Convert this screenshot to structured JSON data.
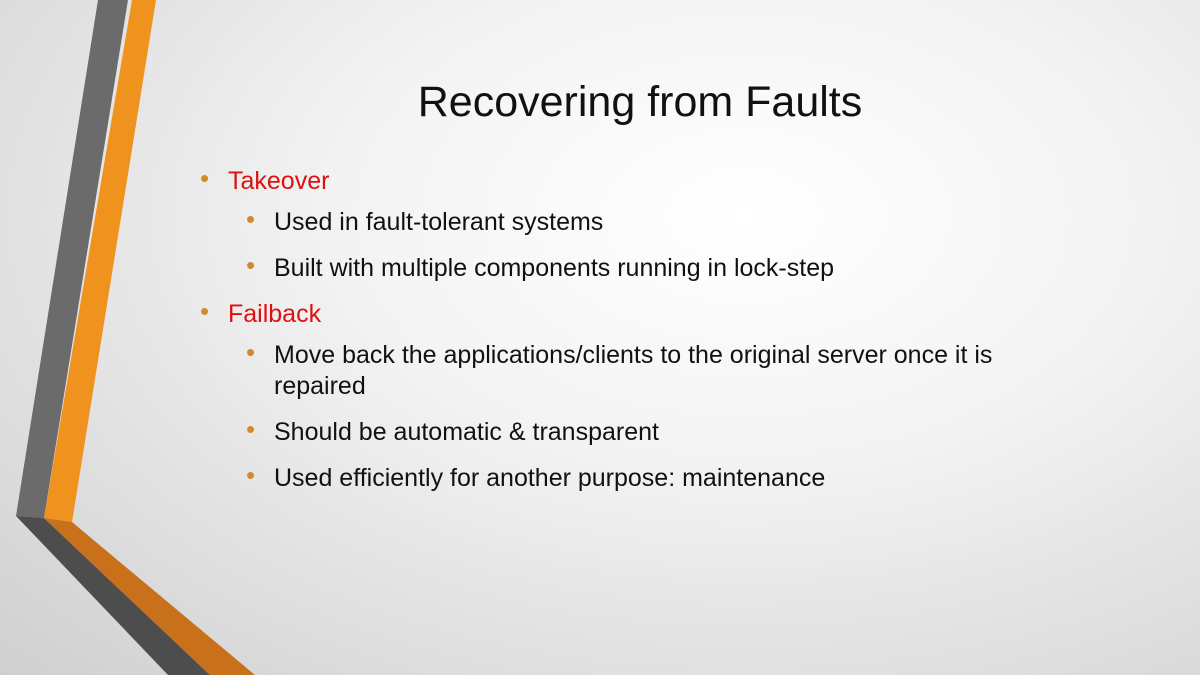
{
  "slide": {
    "title": "Recovering from Faults",
    "bullet_glyph": "•",
    "items": [
      {
        "text": "Takeover",
        "subitems": [
          "Used in fault-tolerant systems",
          "Built with multiple components running in lock-step"
        ]
      },
      {
        "text": "Failback",
        "subitems": [
          "Move back the applications/clients to the original server once it is repaired",
          "Should be automatic & transparent",
          "Used efficiently for another purpose: maintenance"
        ]
      }
    ]
  },
  "colors": {
    "accent_orange": "#f0921e",
    "accent_dark_orange": "#c8711a",
    "accent_gray": "#6b6b6b",
    "accent_dark_gray": "#4d4d4d",
    "level1_text": "#e01010",
    "body_text": "#111111",
    "bullet": "#d58a2a"
  }
}
